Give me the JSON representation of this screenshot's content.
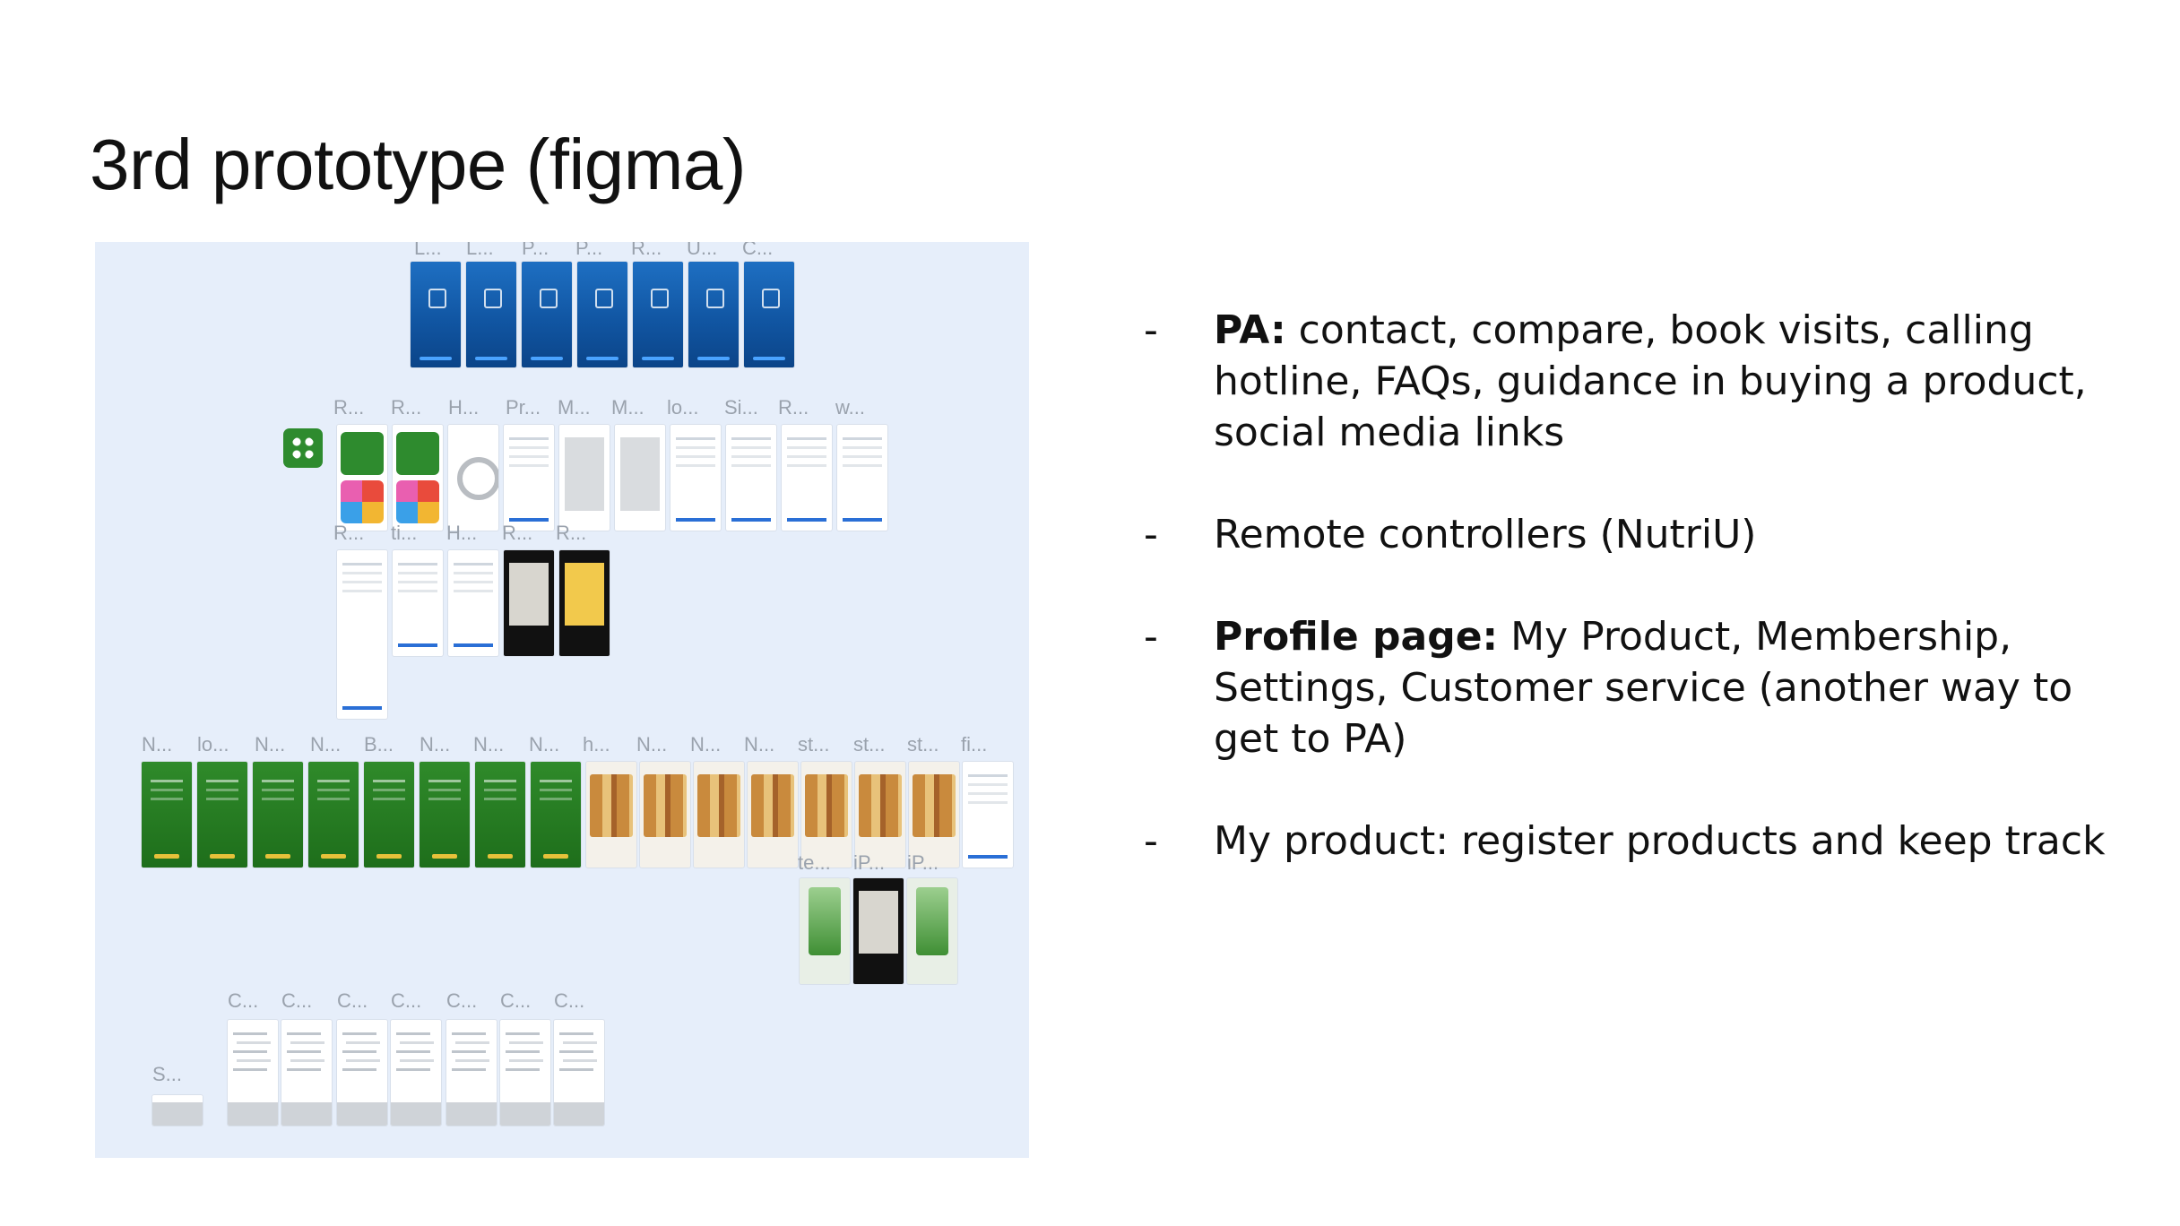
{
  "slide": {
    "title": "3rd prototype (figma)"
  },
  "canvas": {
    "row1_labels": [
      "L...",
      "L...",
      "P...",
      "P...",
      "R...",
      "U...",
      "C..."
    ],
    "row2_labels": [
      "R...",
      "R...",
      "H...",
      "Pr...",
      "M...",
      "M...",
      "lo...",
      "Si...",
      "R...",
      "w..."
    ],
    "row3_labels": [
      "R...",
      "ti...",
      "H...",
      "R...",
      "R..."
    ],
    "row4_labels": [
      "N...",
      "lo...",
      "N...",
      "N...",
      "B...",
      "N...",
      "N...",
      "N...",
      "h...",
      "N...",
      "N...",
      "N...",
      "st...",
      "st...",
      "st...",
      "fi..."
    ],
    "row5_labels": [
      "te...",
      "iP...",
      "iP..."
    ],
    "row6_labels": [
      "C...",
      "C...",
      "C...",
      "C...",
      "C...",
      "C...",
      "C..."
    ],
    "side_label": "S..."
  },
  "bullets": [
    {
      "bold": "PA:",
      "text": " contact, compare, book visits, calling hotline, FAQs, guidance in buying a product, social media links"
    },
    {
      "bold": "",
      "text": "Remote controllers (NutriU)"
    },
    {
      "bold": "Profile page:",
      "text": " My Product, Membership, Settings, Customer service (another way to get to PA)"
    },
    {
      "bold": "",
      "text": "My product: register products and keep track"
    }
  ],
  "dash": "-"
}
